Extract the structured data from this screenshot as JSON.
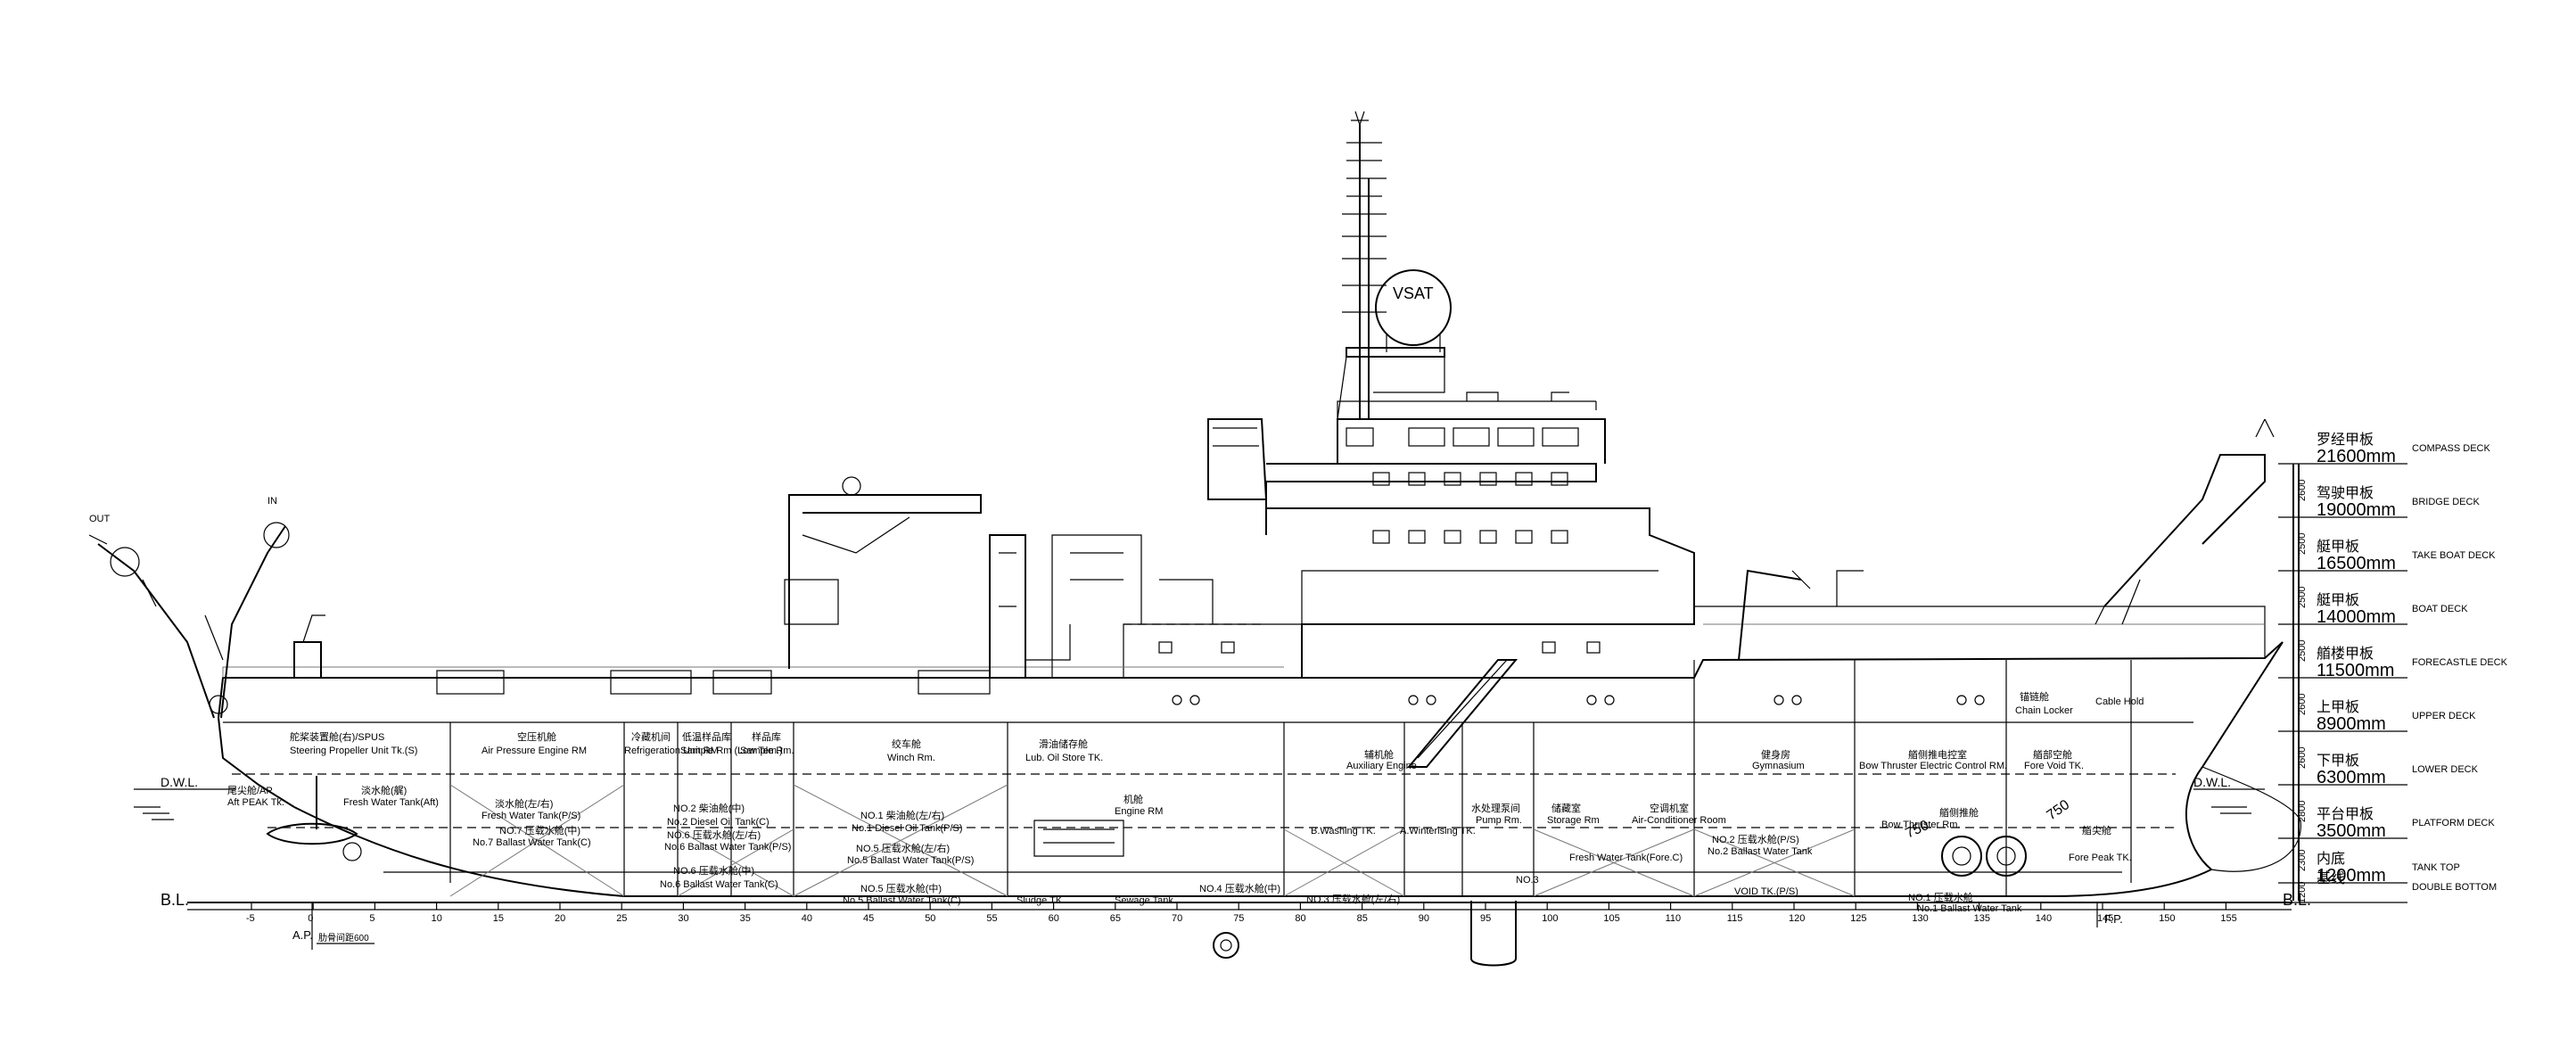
{
  "deck_scale": [
    {
      "cn": "罗经甲板",
      "height": "21600mm",
      "en": "COMPASS DECK",
      "gap": "2600"
    },
    {
      "cn": "驾驶甲板",
      "height": "19000mm",
      "en": "BRIDGE DECK",
      "gap": "2500"
    },
    {
      "cn": "艇甲板",
      "height": "16500mm",
      "en": "TAKE BOAT DECK",
      "gap": "2500"
    },
    {
      "cn": "艇甲板",
      "height": "14000mm",
      "en": "BOAT DECK",
      "gap": "2500"
    },
    {
      "cn": "艏楼甲板",
      "height": "11500mm",
      "en": "FORECASTLE DECK",
      "gap": "2600"
    },
    {
      "cn": "上甲板",
      "height": "8900mm",
      "en": "UPPER DECK",
      "gap": "2600"
    },
    {
      "cn": "下甲板",
      "height": "6300mm",
      "en": "LOWER DECK",
      "gap": "2800"
    },
    {
      "cn": "平台甲板",
      "height": "3500mm",
      "en": "PLATFORM DECK",
      "gap": "2300"
    },
    {
      "cn": "内底",
      "height": "1200mm",
      "en": "TANK TOP",
      "gap": "1200"
    },
    {
      "cn": "基线",
      "height": "",
      "en": "DOUBLE BOTTOM",
      "gap": ""
    }
  ],
  "frame_ticks": [
    "-5",
    "0",
    "5",
    "10",
    "15",
    "20",
    "25",
    "30",
    "35",
    "40",
    "45",
    "50",
    "55",
    "60",
    "65",
    "70",
    "75",
    "80",
    "85",
    "90",
    "95",
    "100",
    "105",
    "110",
    "115",
    "120",
    "125",
    "130",
    "135",
    "140",
    "145",
    "150",
    "155"
  ],
  "markers": {
    "ap": "A.P.",
    "fp": "F.P.",
    "bl": "B.L.",
    "dwl": "D.W.L.",
    "frame_spacing": "肋骨间距600",
    "in": "IN",
    "out": "OUT",
    "vsat": "VSAT"
  },
  "compartments": [
    {
      "id": "spus",
      "text": "舵桨装置舱(右)/SPUS"
    },
    {
      "id": "spus-en",
      "text": "Steering Propeller Unit Tk.(S)"
    },
    {
      "id": "air-cn",
      "text": "空压机舱"
    },
    {
      "id": "air-en",
      "text": "Air Pressure Engine RM"
    },
    {
      "id": "refr-cn",
      "text": "冷藏机间"
    },
    {
      "id": "refr-en",
      "text": "Refrigeration Unit RM"
    },
    {
      "id": "samp-cn",
      "text": "低温样品库"
    },
    {
      "id": "samp-en",
      "text": "Sample Rm (Low Tem.)"
    },
    {
      "id": "sam2-cn",
      "text": "样品库"
    },
    {
      "id": "sam2-en",
      "text": "Sample Rm."
    },
    {
      "id": "winch-cn",
      "text": "绞车舱"
    },
    {
      "id": "winch-en",
      "text": "Winch Rm."
    },
    {
      "id": "lub-cn",
      "text": "滑油储存舱"
    },
    {
      "id": "lub-en",
      "text": "Lub. Oil Store TK."
    },
    {
      "id": "aux-cn",
      "text": "辅机舱"
    },
    {
      "id": "aux-en",
      "text": "Auxiliary Engine"
    },
    {
      "id": "gym-cn",
      "text": "健身房"
    },
    {
      "id": "gym-en",
      "text": "Gymnasium"
    },
    {
      "id": "bow-cn",
      "text": "艏侧推电控室"
    },
    {
      "id": "bow-en",
      "text": "Bow Thruster Electric Control RM."
    },
    {
      "id": "fvoid-cn",
      "text": "艏部空舱"
    },
    {
      "id": "fvoid-en",
      "text": "Fore Void TK."
    },
    {
      "id": "aftpk",
      "text": "尾尖舱/AP"
    },
    {
      "id": "aftpk-en",
      "text": "Aft PEAK Tk."
    },
    {
      "id": "fw",
      "text": "淡水舱(艉)"
    },
    {
      "id": "fw-en",
      "text": "Fresh Water Tank(Aft)"
    },
    {
      "id": "fw2-cn",
      "text": "淡水舱(左/右)"
    },
    {
      "id": "fw2-en",
      "text": "Fresh Water Tank(P/S)"
    },
    {
      "id": "no7",
      "text": "NO.7 压载水舱(中)"
    },
    {
      "id": "no7-en",
      "text": "No.7 Ballast Water Tank(C)"
    },
    {
      "id": "no2d",
      "text": "NO.2 柴油舱(中)"
    },
    {
      "id": "no2d-en",
      "text": "No.2 Diesel Oil Tank(C)"
    },
    {
      "id": "no6ps",
      "text": "NO.6 压载水舱(左/右)"
    },
    {
      "id": "no6ps-en",
      "text": "No.6 Ballast Water Tank(P/S)"
    },
    {
      "id": "no6c",
      "text": "NO.6 压载水舱(中)"
    },
    {
      "id": "no6c-en",
      "text": "No.6 Ballast Water Tank(C)"
    },
    {
      "id": "no1d",
      "text": "NO.1 柴油舱(左/右)"
    },
    {
      "id": "no1d-en",
      "text": "No.1 Diesel Oil Tank(P/S)"
    },
    {
      "id": "no5",
      "text": "NO.5 压载水舱(左/右)"
    },
    {
      "id": "no5-en",
      "text": "No.5 Ballast Water Tank(P/S)"
    },
    {
      "id": "no5c",
      "text": "NO.5 压载水舱(中)"
    },
    {
      "id": "no5c-en",
      "text": "No.5 Ballast Water Tank(C)"
    },
    {
      "id": "eng-cn",
      "text": "机舱"
    },
    {
      "id": "eng-en",
      "text": "Engine RM"
    },
    {
      "id": "sludge",
      "text": "Sludge TK."
    },
    {
      "id": "sew",
      "text": "Sewage Tank"
    },
    {
      "id": "no4",
      "text": "NO.4 压载水舱(中)"
    },
    {
      "id": "no3",
      "text": "NO.3 压载水舱(左/右)"
    },
    {
      "id": "wash",
      "text": "B.Washing TK."
    },
    {
      "id": "wint",
      "text": "A.Winterising TK."
    },
    {
      "id": "pump-cn",
      "text": "水处理泵间"
    },
    {
      "id": "pump-en",
      "text": "Pump Rm."
    },
    {
      "id": "store-cn",
      "text": "储藏室"
    },
    {
      "id": "store-en",
      "text": "Storage Rm"
    },
    {
      "id": "ac-cn",
      "text": "空调机室"
    },
    {
      "id": "ac-en",
      "text": "Air-Conditioner Room"
    },
    {
      "id": "fwfc",
      "text": "Fresh Water Tank(Fore.C)"
    },
    {
      "id": "no2ps",
      "text": "NO.2 压载水舱(P/S)"
    },
    {
      "id": "no2ps-en",
      "text": "No.2 Ballast Water Tank"
    },
    {
      "id": "void",
      "text": "VOID TK.(P/S)"
    },
    {
      "id": "no1",
      "text": "NO.1 压载水舱"
    },
    {
      "id": "no1-en",
      "text": "No.1 Ballast Water Tank"
    },
    {
      "id": "btr-cn",
      "text": "艏侧推舱"
    },
    {
      "id": "btr-en",
      "text": "Bow Thruster Rm."
    },
    {
      "id": "fpk-cn",
      "text": "艏尖舱"
    },
    {
      "id": "fpk-en",
      "text": "Fore Peak TK."
    },
    {
      "id": "chain",
      "text": "Chain Locker"
    },
    {
      "id": "cable",
      "text": "Cable Hold"
    },
    {
      "id": "anchor",
      "text": "锚链舱"
    },
    {
      "id": "no3mark",
      "text": "NO.3"
    }
  ],
  "dims": {
    "d750a": "750",
    "d750b": "750"
  }
}
